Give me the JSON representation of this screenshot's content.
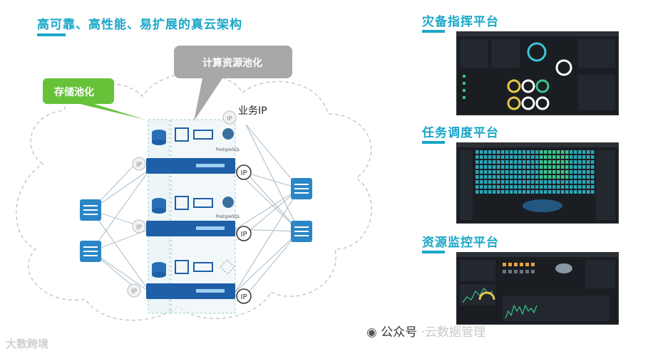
{
  "main_title": "高可靠、高性能、易扩展的真云架构",
  "callouts": {
    "compute_pool": "计算资源池化",
    "storage_pool": "存储池化",
    "business_ip": "业务IP"
  },
  "labels": {
    "ip": "IP",
    "postgresql": "PostgreSQL"
  },
  "sections": [
    {
      "title": "灾备指挥平台"
    },
    {
      "title": "任务调度平台"
    },
    {
      "title": "资源监控平台"
    }
  ],
  "watermark": {
    "left": "大数跨境",
    "right_prefix": "公众号",
    "right_ghost": "·云数据管理"
  },
  "colors": {
    "accent": "#1aa7c8",
    "server_blue": "#1e5fa8",
    "callout_green": "#67c23a",
    "callout_gray": "#9a9a9a"
  }
}
